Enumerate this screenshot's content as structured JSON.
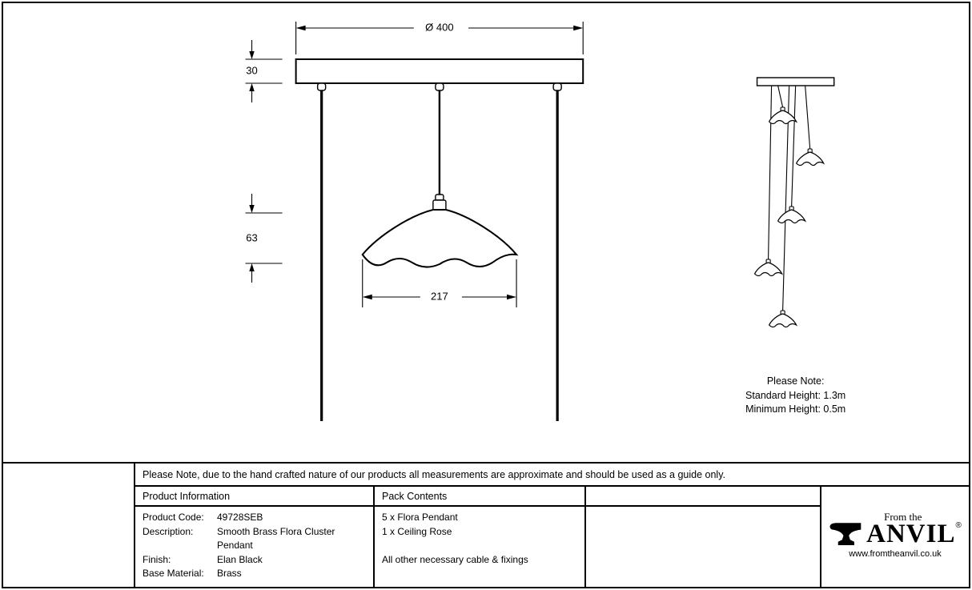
{
  "drawing": {
    "dims": {
      "diameter": "Ø 400",
      "plate_thickness": "30",
      "shade_height": "63",
      "shade_width": "217"
    },
    "height_note": {
      "title": "Please Note:",
      "standard": "Standard Height: 1.3m",
      "minimum": "Minimum Height: 0.5m"
    }
  },
  "disclaimer": "Please Note, due to the hand crafted nature of our products all measurements are approximate and should be used as a guide only.",
  "product_info": {
    "header": "Product Information",
    "rows": [
      {
        "label": "Product Code:",
        "value": "49728SEB"
      },
      {
        "label": "Description:",
        "value": "Smooth Brass Flora Cluster Pendant"
      },
      {
        "label": "Finish:",
        "value": "Elan Black"
      },
      {
        "label": "Base Material:",
        "value": "Brass"
      }
    ]
  },
  "pack_contents": {
    "header": "Pack Contents",
    "items": [
      "5 x Flora Pendant",
      "1 x Ceiling Rose"
    ],
    "note": "All other necessary cable & fixings"
  },
  "logo": {
    "from_the": "From the",
    "name": "ANVIL",
    "registered": "®",
    "website": "www.fromtheanvil.co.uk"
  }
}
